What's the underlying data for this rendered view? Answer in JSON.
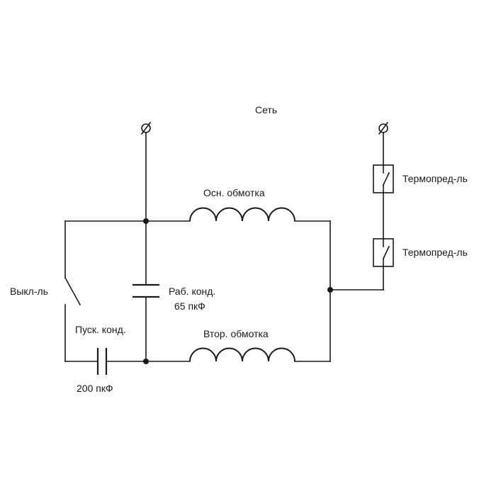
{
  "labels": {
    "network": "Сеть",
    "main_winding": "Осн. обмотка",
    "aux_winding": "Втор. обмотка",
    "switch": "Выкл-ль",
    "start_cap": "Пуск. конд.",
    "start_cap_value": "200 пкФ",
    "run_cap_line1": "Раб. конд.",
    "run_cap_line2": "65 пкФ",
    "thermal_1": "Термопред-ль",
    "thermal_2": "Термопред-ль"
  }
}
